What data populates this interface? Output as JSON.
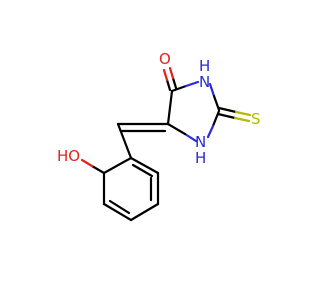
{
  "molecule": {
    "atoms": {
      "oxygen_carbonyl": {
        "label": "O",
        "color": "#e0241c"
      },
      "nitrogen_3": {
        "label": "N",
        "h_label": "H",
        "color": "#2a2ad6"
      },
      "nitrogen_1": {
        "label": "N",
        "h_label": "H",
        "color": "#2a2ad6"
      },
      "sulfur": {
        "label": "S",
        "color": "#b8b800"
      },
      "hydroxyl": {
        "label": "HO",
        "color": "#e0241c"
      }
    }
  }
}
